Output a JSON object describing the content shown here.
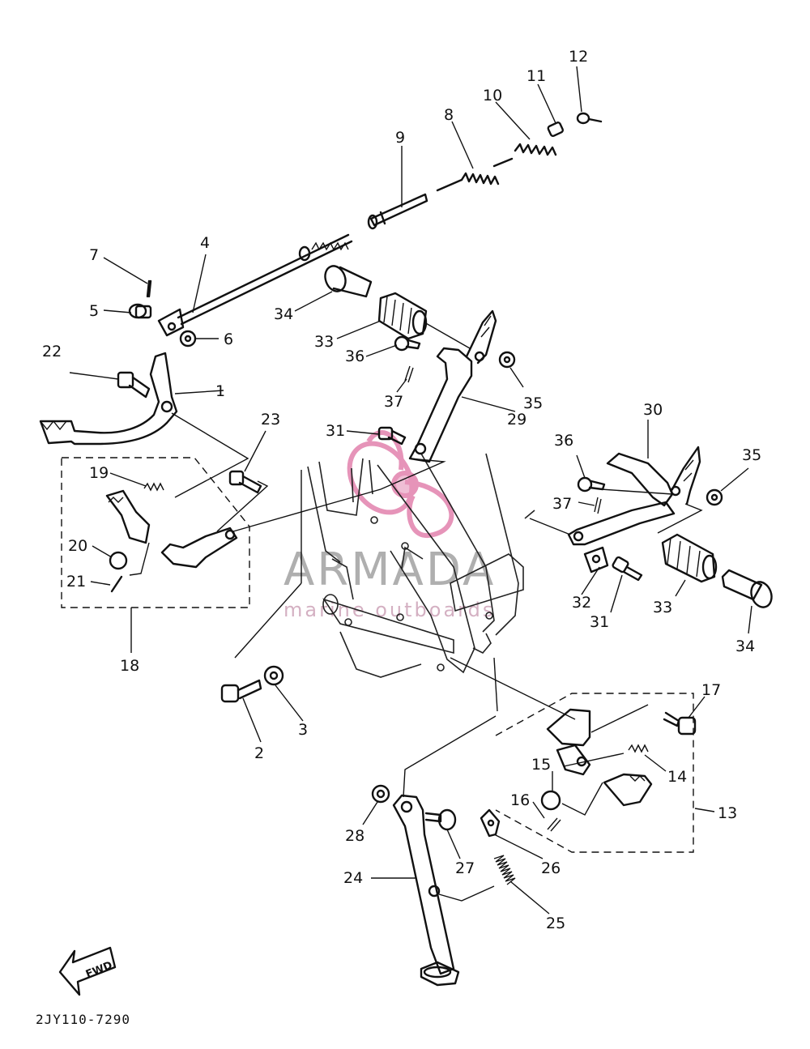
{
  "callouts": [
    "1",
    "2",
    "3",
    "4",
    "5",
    "6",
    "7",
    "8",
    "9",
    "10",
    "11",
    "12",
    "13",
    "14",
    "15",
    "16",
    "17",
    "18",
    "19",
    "20",
    "21",
    "22",
    "23",
    "24",
    "25",
    "26",
    "27",
    "28",
    "29",
    "30",
    "31",
    "31",
    "32",
    "33",
    "33",
    "34",
    "34",
    "35",
    "35",
    "36",
    "36",
    "37",
    "37"
  ],
  "fwd_label": "FWD",
  "diagram_code": "2JY110-7290",
  "watermark": {
    "title": "ARMADA",
    "subtitle": "marine outboards"
  },
  "colors": {
    "ink": "#111111",
    "watermark_pink": "#e07aa8",
    "watermark_gray": "#6d6d6d"
  }
}
